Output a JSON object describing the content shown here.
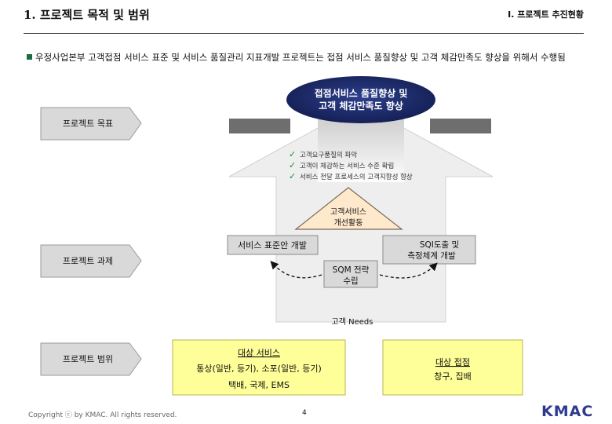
{
  "header": {
    "title": "1. 프로젝트 목적 및 범위",
    "section": "I. 프로젝트 추진현황"
  },
  "intro": "우정사업본부 고객접점 서비스 표준 및 서비스 품질관리 지표개발 프로젝트는 접점 서비스 품질향상 및 고객 체감만족도 향상을 위해서 수행됨",
  "goal": {
    "label": "프로젝트 목표",
    "oval_line1": "접점서비스 품질향상 및",
    "oval_line2": "고객 체감만족도 향상",
    "checks": [
      "고객요구품질의 파악",
      "고객이 체감하는 서비스 수준 확립",
      "서비스 전달 프로세스의 고객지향성 향상"
    ]
  },
  "tasks": {
    "label": "프로젝트 과제",
    "triangle_line1": "고객서비스",
    "triangle_line2": "개선활동",
    "left_box": "서비스 표준안 개발",
    "right_box_line1": "SQI도출 및",
    "right_box_line2": "측정체계 개발",
    "center_line1": "SQM 전략",
    "center_line2": "수립",
    "needs": "고객 Needs"
  },
  "scope": {
    "label": "프로젝트 범위",
    "services_title": "대상 서비스",
    "services_line1": "통상(일반, 등기), 소포(일반, 등기)",
    "services_line2": "택배, 국제, EMS",
    "points_title": "대상 접점",
    "points_line1": "창구, 집배"
  },
  "footer": {
    "copyright": "Copyright ⓒ by KMAC. All rights reserved.",
    "page": "4",
    "logo": "KMAC"
  },
  "colors": {
    "navy_oval": "#1b2a6b",
    "label_box": "#d9d9d9",
    "house": "#eeeeee",
    "roof": "#ffe9cc",
    "scope_box": "#ffff99",
    "check_green": "#1a8a2a",
    "bullet": "#1d6b3f"
  }
}
